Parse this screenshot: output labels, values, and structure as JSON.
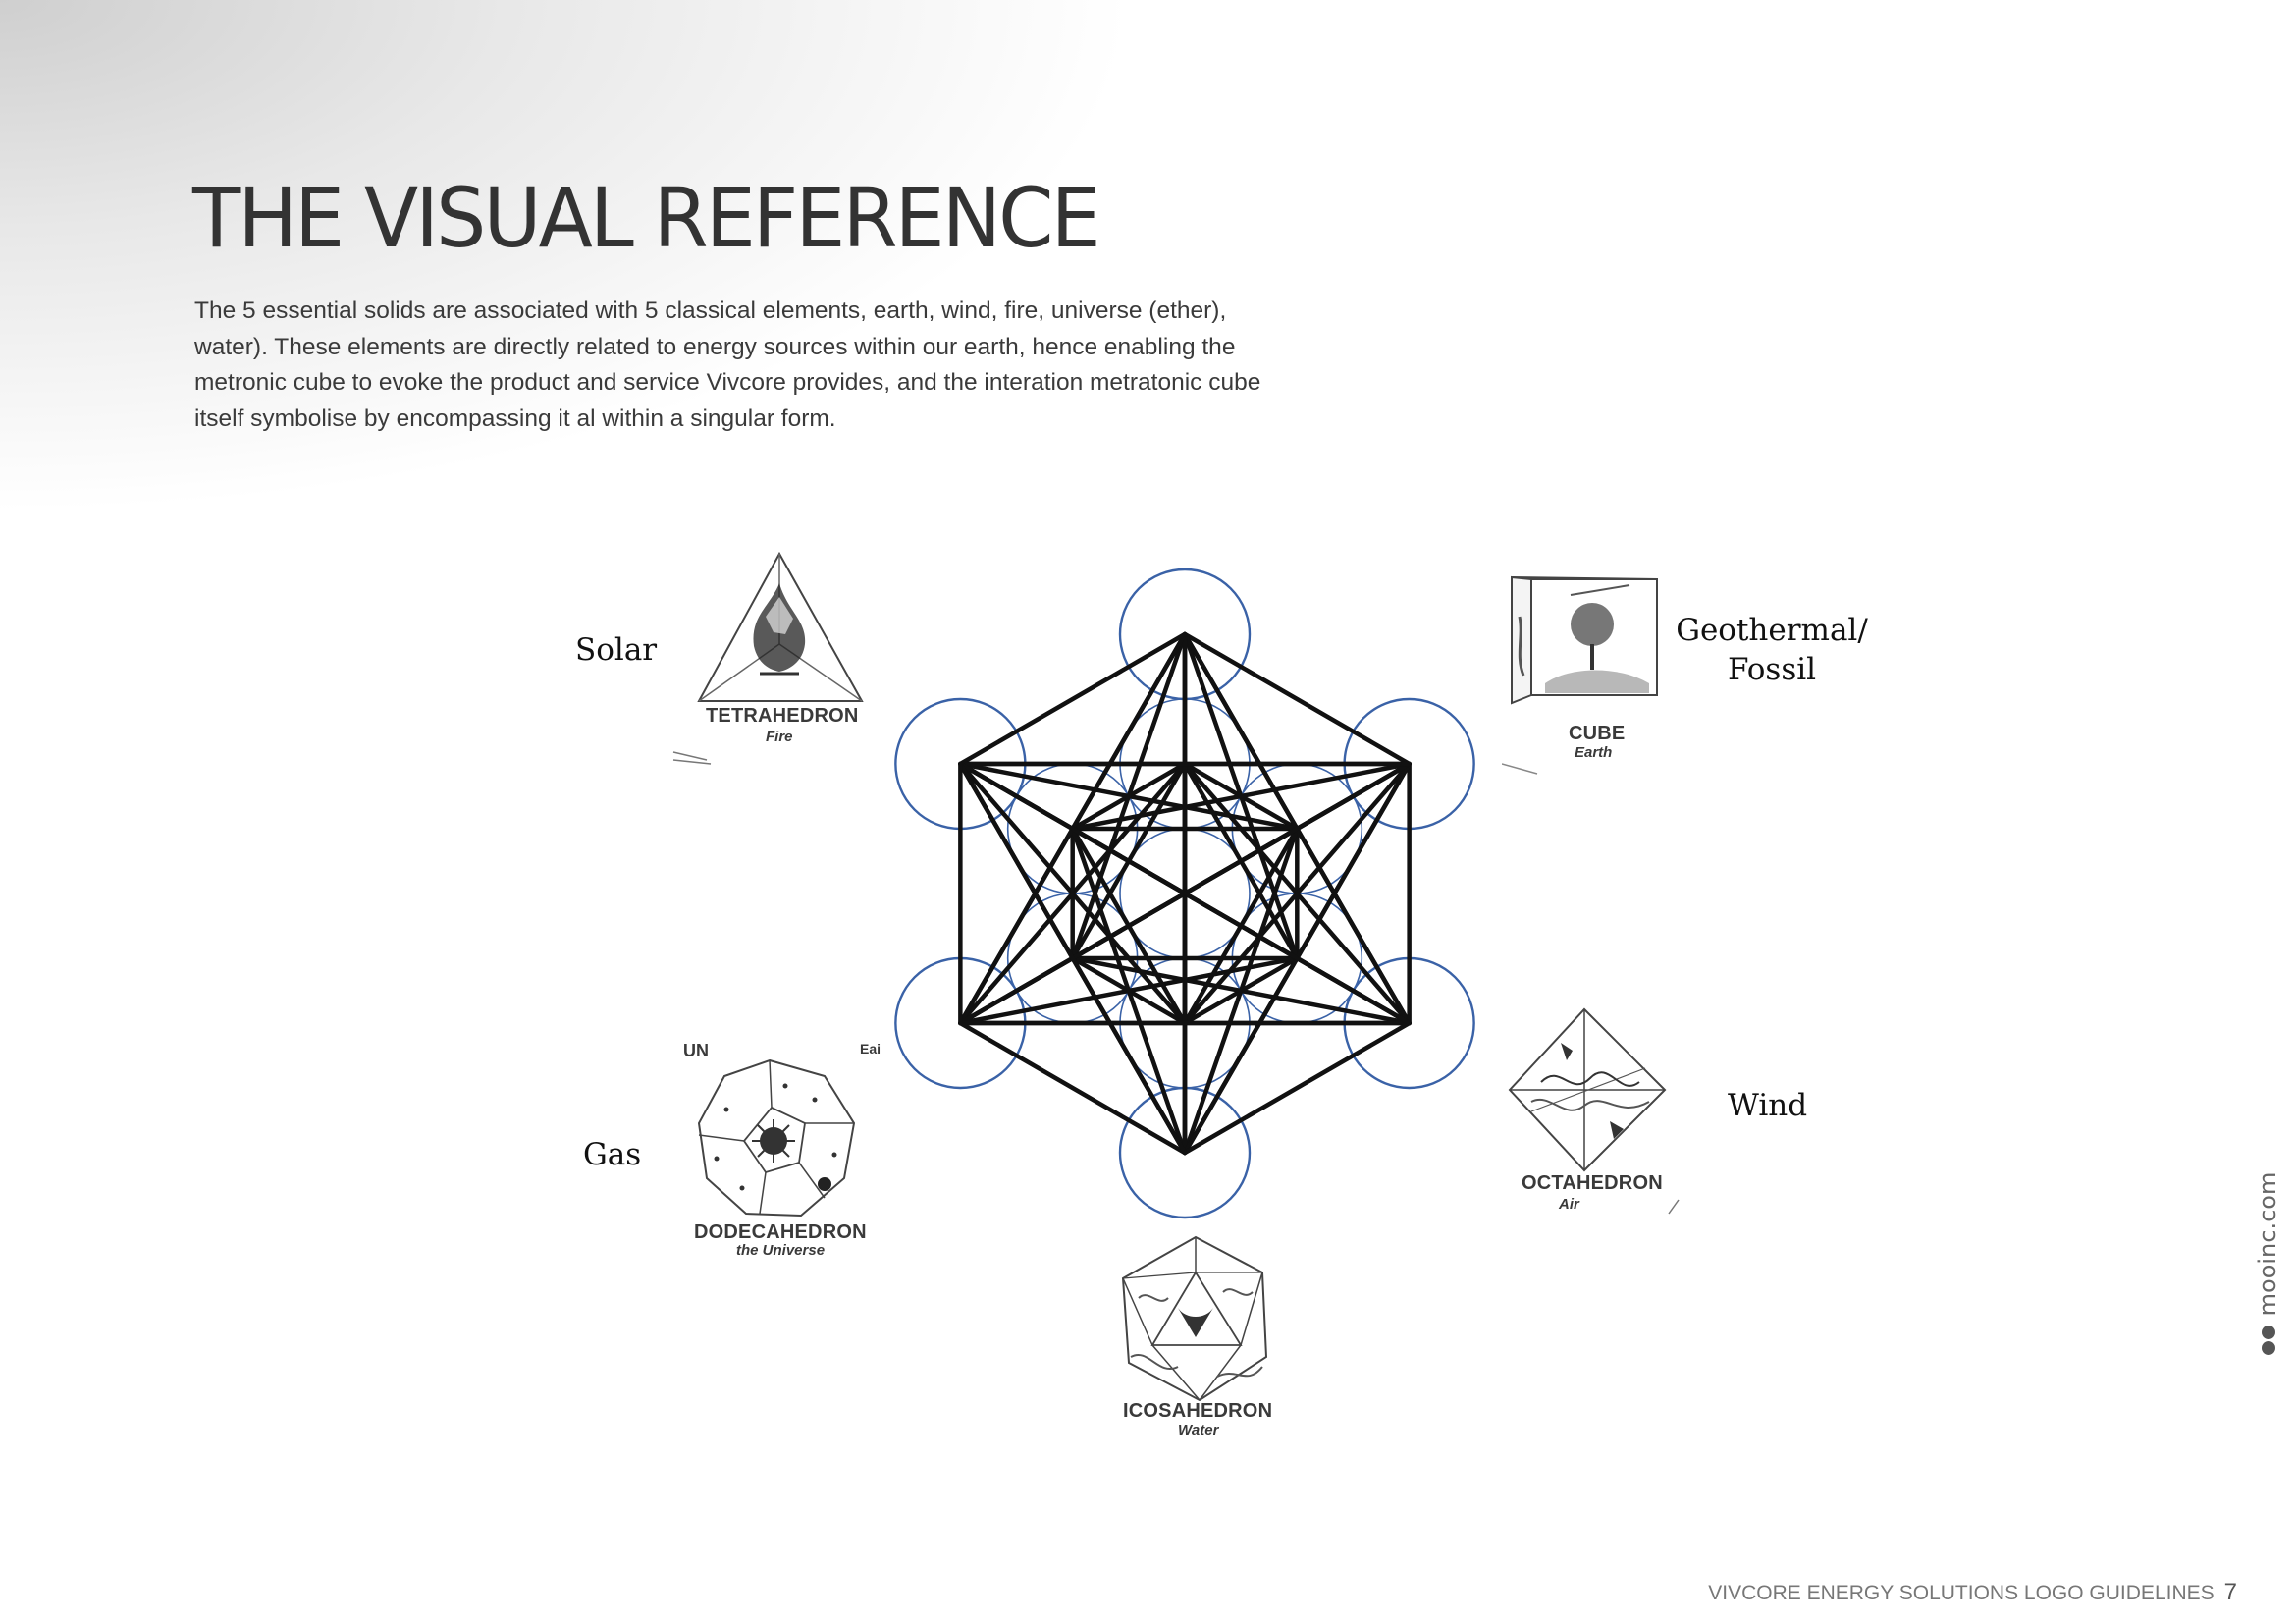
{
  "page": {
    "title": "THE VISUAL REFERENCE",
    "intro": "The 5 essential solids are associated with 5 classical elements, earth, wind, fire, universe (ether), water). These elements are directly related to energy sources within our earth, hence enabling the metronic cube to evoke the product and service Vivcore provides, and the interation metratonic cube itself symbolise by encompassing it al within a singular form.",
    "side_url": "mooinc.com",
    "footer_text": "VIVCORE ENERGY SOLUTIONS LOGO GUIDELINES",
    "page_number": "7"
  },
  "diagram": {
    "circle_color": "#3a62a7",
    "line_color": "#111111",
    "labels": {
      "solar": "Solar",
      "geothermal_line1": "Geothermal/",
      "geothermal_line2": "Fossil",
      "gas": "Gas",
      "wind": "Wind"
    },
    "solids": {
      "tetrahedron": {
        "name": "TETRAHEDRON",
        "element": "Fire"
      },
      "cube": {
        "name": "CUBE",
        "element": "Earth"
      },
      "dodecahedron": {
        "name": "DODECAHEDRON",
        "element": "the Universe"
      },
      "octahedron": {
        "name": "OCTAHEDRON",
        "element": "Air"
      },
      "icosahedron": {
        "name": "ICOSAHEDRON",
        "element": "Water"
      }
    },
    "fragments": {
      "dodeca_left": "UN",
      "dodeca_right": "Eai"
    }
  }
}
